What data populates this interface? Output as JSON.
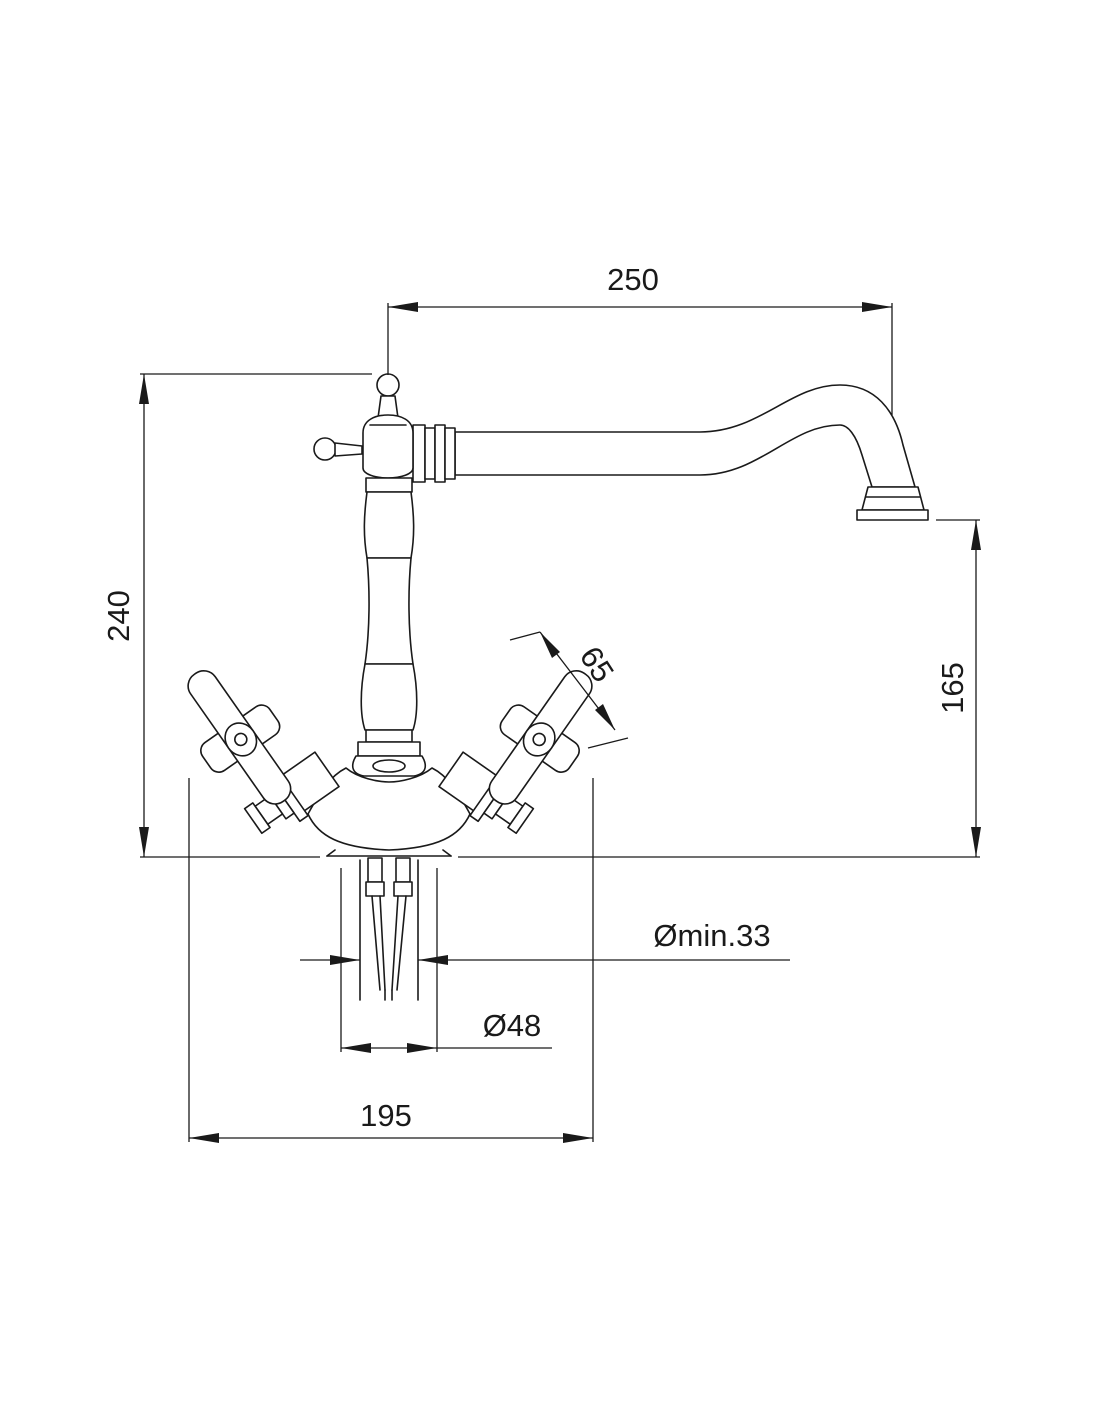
{
  "dimensions": {
    "spout_reach": "250",
    "total_height": "240",
    "spout_height": "165",
    "handle_length": "65",
    "hole_min_diameter": "Ømin.33",
    "base_diameter": "Ø48",
    "handle_span": "195"
  },
  "colors": {
    "line": "#1a1a1a",
    "background": "#ffffff"
  }
}
